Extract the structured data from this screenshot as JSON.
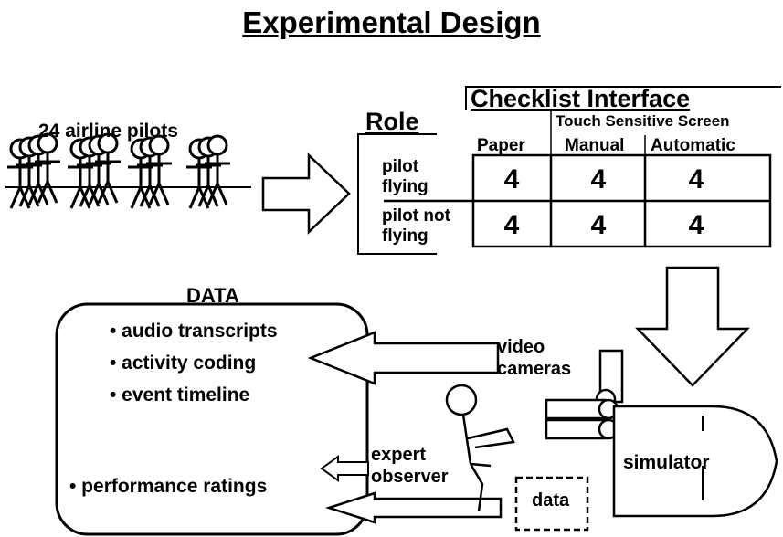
{
  "title": "Experimental Design",
  "participants": {
    "label": "24 airline pilots"
  },
  "checklist": {
    "header": "Checklist Interface",
    "touch_label": "Touch Sensitive Screen",
    "columns": [
      "Paper",
      "Manual",
      "Automatic"
    ],
    "role_header": "Role",
    "rows": [
      {
        "line1": "pilot",
        "line2": "flying",
        "cells": [
          "4",
          "4",
          "4"
        ]
      },
      {
        "line1": "pilot not",
        "line2": "flying",
        "cells": [
          "4",
          "4",
          "4"
        ]
      }
    ]
  },
  "data_box": {
    "title": "DATA",
    "items": [
      "• audio transcripts",
      "• activity coding",
      "• event timeline"
    ],
    "extra_item": "• performance ratings"
  },
  "sources": {
    "video": {
      "line1": "video",
      "line2": "cameras"
    },
    "observer": {
      "line1": "expert",
      "line2": "observer"
    },
    "simulator": "simulator",
    "data": "data"
  }
}
